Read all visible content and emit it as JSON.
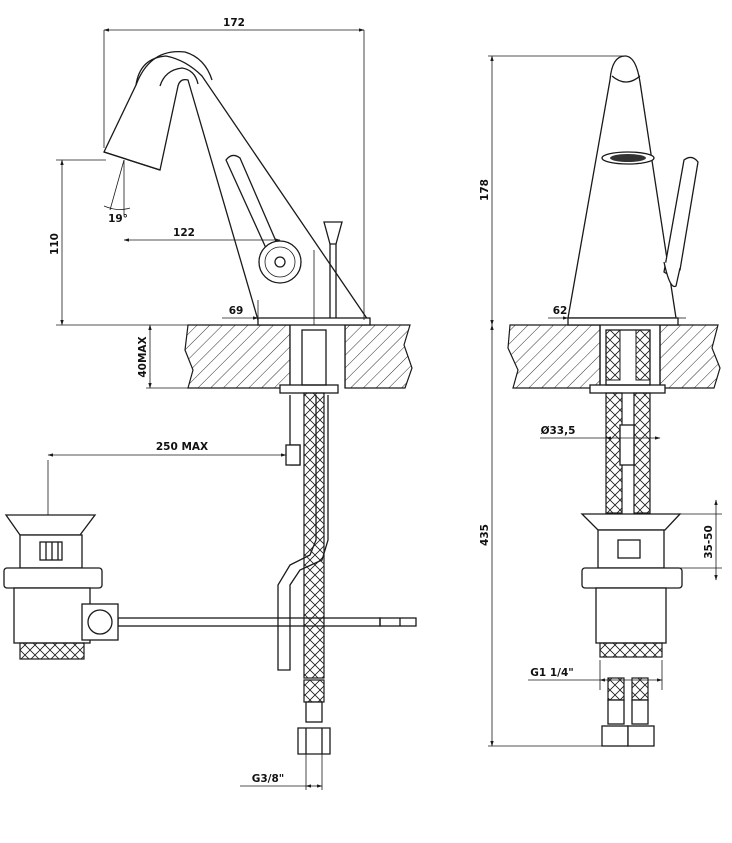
{
  "dimensions": {
    "width_total": "172",
    "spout_angle": "19°",
    "spout_height": "110",
    "lever_offset": "122",
    "base_left": "69",
    "deck_max": "40MAX",
    "drain_distance": "250 MAX",
    "inlet_thread": "G3/8\"",
    "height_total": "178",
    "base_side": "62",
    "hole_diameter": "Ø33,5",
    "overall_length": "435",
    "drain_range": "35-50",
    "waste_thread": "G1 1/4\""
  }
}
